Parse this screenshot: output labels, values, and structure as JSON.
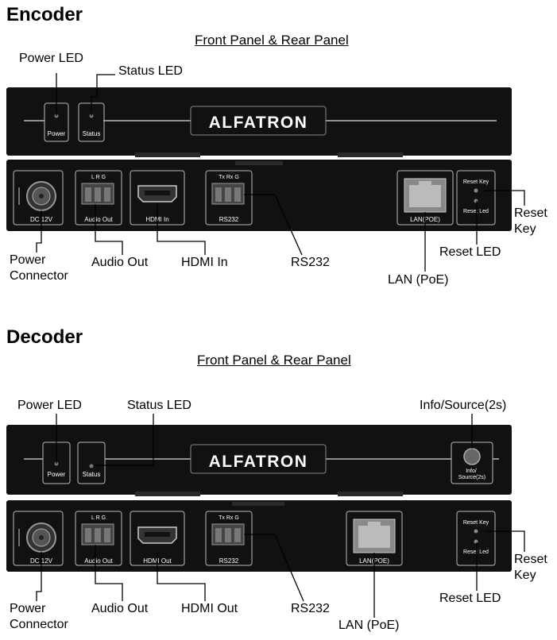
{
  "encoder": {
    "title": "Encoder",
    "subtitle": "Front Panel & Rear Panel",
    "brand": "ALFATRON",
    "panel_text": {
      "power": "Power",
      "status": "Status",
      "dc": "DC 12V",
      "audio_out": "Audio Out",
      "hdmi": "HDMI In",
      "rs232": "RS232",
      "lan": "LAN(POE)",
      "reset_key": "Reset Key",
      "reset_led": "Reset Led",
      "lrg": "L   R   G",
      "txrxg": "Tx  Rx  G"
    },
    "callouts": {
      "power_led": "Power LED",
      "status_led": "Status LED",
      "power_connector": "Power\nConnector",
      "audio_out": "Audio Out",
      "hdmi": "HDMI In",
      "rs232": "RS232",
      "lan": "LAN (PoE)",
      "reset_key": "Reset\nKey",
      "reset_led": "Reset LED"
    }
  },
  "decoder": {
    "title": "Decoder",
    "subtitle": "Front Panel & Rear Panel",
    "brand": "ALFATRON",
    "panel_text": {
      "power": "Power",
      "status": "Status",
      "info_source": "Info/\nSource(2s)",
      "dc": "DC 12V",
      "audio_out": "Audio Out",
      "hdmi": "HDMI Out",
      "rs232": "RS232",
      "lan": "LAN(POE)",
      "reset_key": "Reset Key",
      "reset_led": "Reset Led",
      "lrg": "L   R   G",
      "txrxg": "Tx  Rx  G"
    },
    "callouts": {
      "power_led": "Power LED",
      "status_led": "Status LED",
      "info_source": "Info/Source(2s)",
      "power_connector": "Power\nConnector",
      "audio_out": "Audio Out",
      "hdmi": "HDMI Out",
      "rs232": "RS232",
      "lan": "LAN (PoE)",
      "reset_key": "Reset\nKey",
      "reset_led": "Reset LED"
    }
  }
}
